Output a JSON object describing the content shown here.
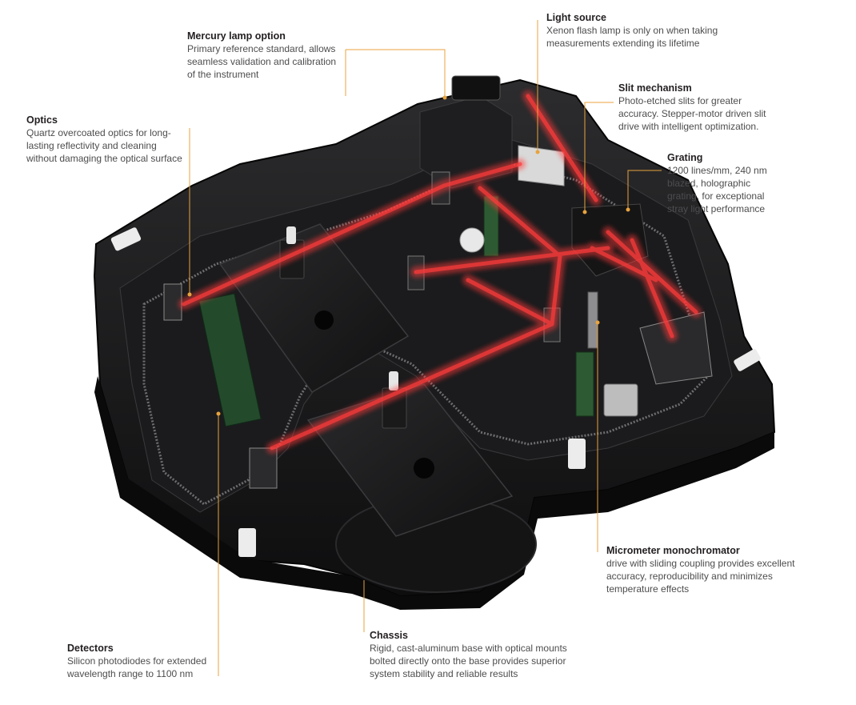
{
  "accent_line_color": "#e8a33d",
  "beam_color": "#ff3b3b",
  "callouts": {
    "light_source": {
      "title": "Light source",
      "description": "Xenon flash lamp is only on when taking\nmeasurements extending its lifetime"
    },
    "mercury_lamp": {
      "title": "Mercury lamp option",
      "description": "Primary reference standard, allows\nseamless validation and calibration\nof the instrument"
    },
    "optics": {
      "title": "Optics",
      "description": "Quartz overcoated optics for long-\nlasting reflectivity and cleaning\nwithout damaging the optical surface"
    },
    "slit_mechanism": {
      "title": "Slit mechanism",
      "description": "Photo-etched slits for greater\naccuracy. Stepper-motor driven slit\ndrive with intelligent optimization."
    },
    "grating": {
      "title": "Grating",
      "description": "1200 lines/mm, 240 nm\nblazed, holographic\ngrating, for exceptional\nstray light performance"
    },
    "micrometer": {
      "title": "Micrometer monochromator",
      "description": "drive with sliding coupling provides excellent\naccuracy, reproducibility and minimizes\ntemperature effects"
    },
    "chassis": {
      "title": "Chassis",
      "description": "Rigid, cast-aluminum base with optical mounts\nbolted directly onto the base provides superior\nsystem stability and reliable results"
    },
    "detectors": {
      "title": "Detectors",
      "description": "Silicon photodiodes for extended\nwavelength range to 1100 nm"
    }
  }
}
